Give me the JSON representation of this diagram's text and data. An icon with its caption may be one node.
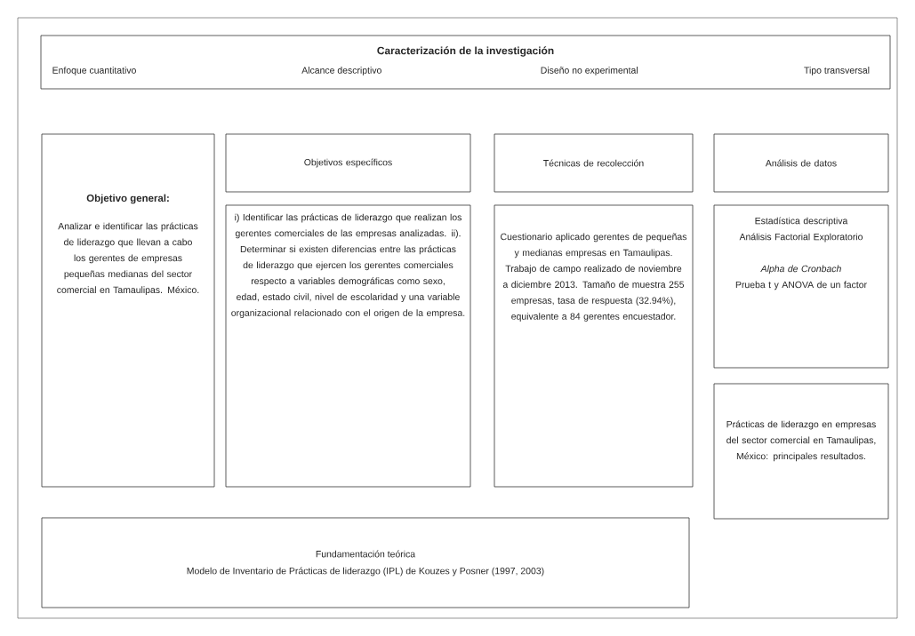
{
  "diagram": {
    "nodes": [
      {
        "text": [
          "Caracterización de la investigación",
          "Enfoque cuantitativo",
          "Alcance descriptivo",
          "Diseño no experimental",
          "Tipo transversal"
        ]
      },
      {
        "text": [
          "Objetivo general:",
          "Analizar e identificar las prácticas de liderazgo que llevan a cabo los gerentes de empresas pequeñas medianas del sector comercial en Tamaulipas. México."
        ]
      },
      {
        "text": [
          "Objetivos específicos"
        ]
      },
      {
        "text": [
          "i) Identificar las prácticas de liderazgo que realizan los gerentes comerciales de las empresas analizadas. ii). Determinar si existen diferencias entre las prácticas de liderazgo que ejercen los gerentes comerciales respecto a variables demográficas como sexo, edad, estado civil, nivel de escolaridad y una variable organizacional relacionado con el origen de la empresa."
        ]
      },
      {
        "text": [
          "Técnicas de recolección"
        ]
      },
      {
        "text": [
          "Cuestionario aplicado gerentes de pequeñas y medianas empresas en Tamaulipas. Trabajo de campo realizado de noviembre a diciembre 2013. Tamaño de muestra 255 empresas, tasa de respuesta (32.94%), equivalente a 84 gerentes encuestador."
        ]
      },
      {
        "text": [
          "Análisis de datos"
        ]
      },
      {
        "text": [
          "Estadística descriptiva",
          "Análisis Factorial Exploratorio",
          "*Alpha de Cronbach*",
          "Prueba t y ANOVA de un factor"
        ]
      },
      {
        "text": [
          "Prácticas de liderazgo en empresas del sector comercial en Tamaulipas, México: principales resultados."
        ]
      },
      {
        "text": [
          "Fundamentación teórica",
          "Modelo de Inventario de Prácticas de liderazgo (IPL) de Kouzes y Posner (1997, 2003)"
        ]
      }
    ]
  }
}
